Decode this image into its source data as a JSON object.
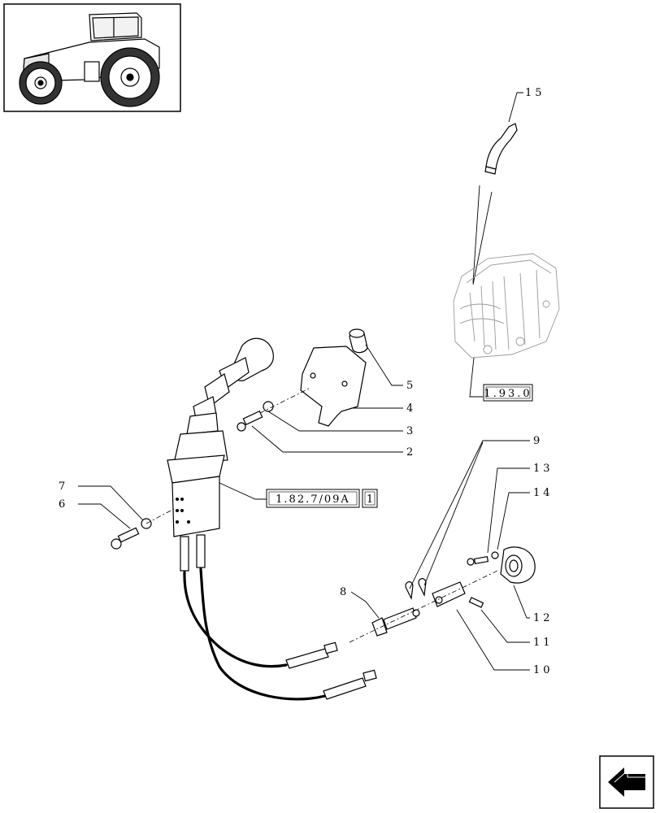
{
  "thumbnail": {
    "icon": "tractor-icon"
  },
  "references": {
    "ref_193": "1.93.0",
    "ref_182": "1.82.7/09A",
    "ref_182_sheet": "1"
  },
  "callouts": {
    "c1": "2",
    "c2": "3",
    "c3": "4",
    "c4": "5",
    "c5": "6",
    "c6": "7",
    "c7": "8",
    "c8": "9",
    "c9": "10",
    "c10": "11",
    "c11": "12",
    "c12": "13",
    "c13": "14",
    "c14": "15"
  },
  "nav": {
    "icon": "page-arrow-icon"
  }
}
